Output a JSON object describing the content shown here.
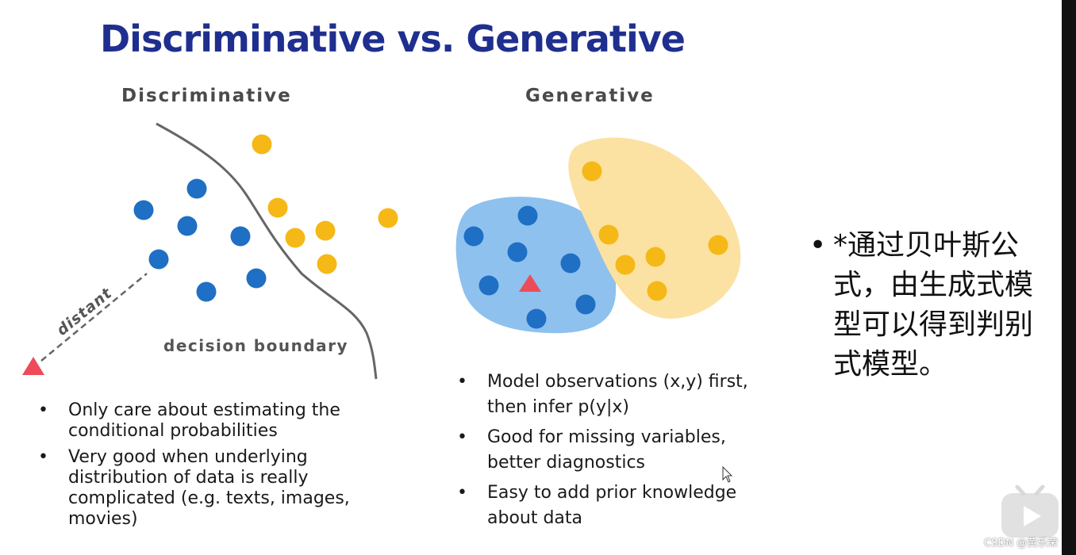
{
  "slide": {
    "title": "Discriminative vs. Generative",
    "discriminative": {
      "heading": "Discriminative",
      "boundary_label": "decision boundary",
      "distant_label": "distant",
      "bullets": [
        "Only care about estimating the conditional probabilities",
        "Very good when underlying distribution of data is really complicated (e.g. texts, images, movies)"
      ]
    },
    "generative": {
      "heading": "Generative",
      "bullets": [
        "Model observations (x,y) first, then infer p(y|x)",
        "Good for missing variables, better diagnostics",
        "Easy to add prior knowledge about data"
      ]
    },
    "note": {
      "bullet": "•",
      "text": "*通过贝叶斯公式，由生成式模型可以得到判别式模型。"
    }
  },
  "watermark": "CSDN @黄乐荣",
  "colors": {
    "title": "#1f2f8f",
    "blue_point": "#1f6fc4",
    "yellow_point": "#f5b816",
    "triangle": "#ee4b5a",
    "blue_region": "#8ec1ee",
    "yellow_region": "#fbe2a2",
    "boundary": "#666666"
  },
  "icons": {
    "play": "play-button-icon",
    "cursor": "mouse-cursor-icon"
  }
}
